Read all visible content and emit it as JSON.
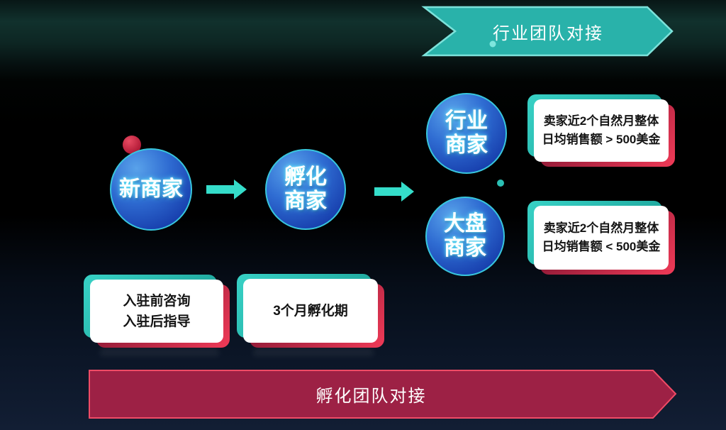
{
  "banners": {
    "top": {
      "label": "行业团队对接"
    },
    "bottom": {
      "label": "孵化团队对接"
    }
  },
  "nodes": {
    "new": {
      "label": "新商家"
    },
    "incubating": {
      "line1": "孵化",
      "line2": "商家"
    },
    "industry": {
      "line1": "行业",
      "line2": "商家"
    },
    "general": {
      "line1": "大盘",
      "line2": "商家"
    }
  },
  "callouts": {
    "industry_criteria": {
      "line1": "卖家近2个自然月整体",
      "line2": "日均销售额 > 500美金"
    },
    "general_criteria": {
      "line1": "卖家近2个自然月整体",
      "line2": "日均销售额 < 500美金"
    },
    "new_support": {
      "line1": "入驻前咨询",
      "line2": "入驻后指导"
    },
    "incubation_period": {
      "label": "3个月孵化期"
    }
  },
  "colors": {
    "top_banner_fill": "#29b2aa",
    "top_banner_border": "#7ce2da",
    "bottom_banner_fill": "#9d2145",
    "bottom_banner_border": "#ef4b66",
    "node_fill_light": "#59a2ea",
    "node_fill_dark": "#1235a5",
    "node_ring": "#38c6dd",
    "arrow": "#35ddca",
    "dot_red": "#c51f40",
    "dot_teal": "#2bc0b4",
    "card_bg": "#ffffff",
    "card_text": "#141414",
    "accent_teal": "#2bbdb2",
    "accent_red": "#e02a4e"
  }
}
